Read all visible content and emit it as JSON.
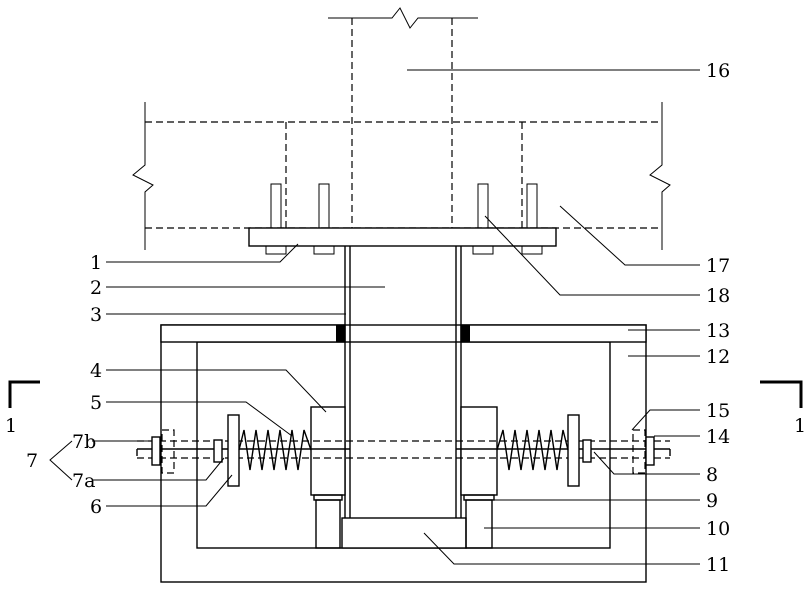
{
  "labels": {
    "l1": "1",
    "l2": "2",
    "l3": "3",
    "l4": "4",
    "l5": "5",
    "l6": "6",
    "l7": "7",
    "l7a": "7a",
    "l7b": "7b",
    "l8": "8",
    "l9": "9",
    "l10": "10",
    "l11": "11",
    "l12": "12",
    "l13": "13",
    "l14": "14",
    "l15": "15",
    "l16": "16",
    "l17": "17",
    "l18": "18"
  },
  "section_marks": {
    "left": "1",
    "right": "1"
  }
}
